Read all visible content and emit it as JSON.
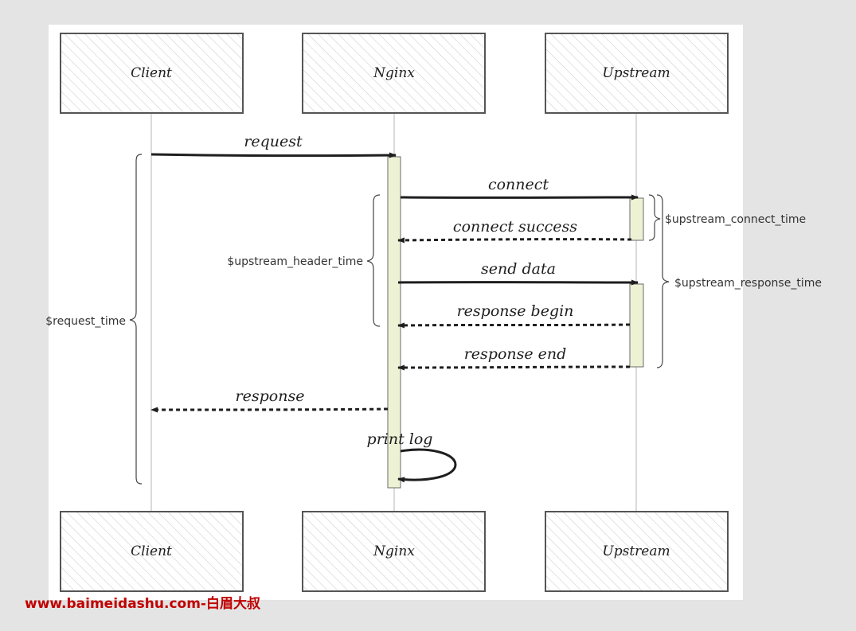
{
  "actors": [
    "Client",
    "Nginx",
    "Upstream"
  ],
  "messages": {
    "request": "request",
    "connect": "connect",
    "connect_success": "connect success",
    "send_data": "send data",
    "response_begin": "response begin",
    "response_end": "response end",
    "response": "response",
    "print_log": "print log"
  },
  "timings": {
    "request_time": "$request_time",
    "upstream_header_time": "$upstream_header_time",
    "upstream_connect_time": "$upstream_connect_time",
    "upstream_response_time": "$upstream_response_time"
  },
  "watermark": "www.baimeidashu.com-白眉大叔",
  "colors": {
    "background": "#e4e4e4",
    "canvas": "#ffffff",
    "stroke": "#1e1e1e",
    "activation_fill": "#eef2d4",
    "watermark": "#c00000"
  }
}
